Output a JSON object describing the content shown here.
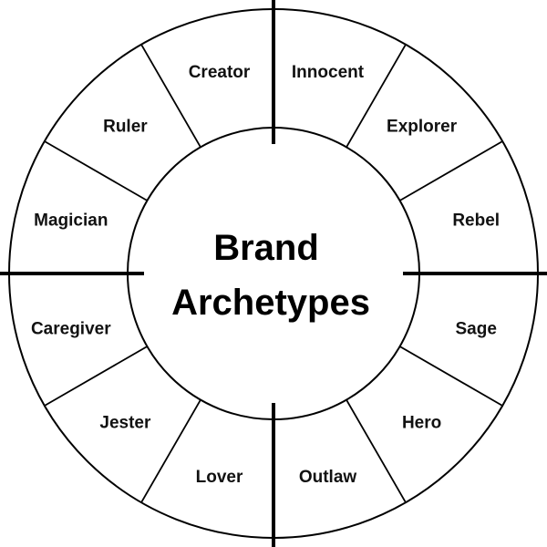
{
  "center": {
    "line1": "Brand",
    "line2": "Archetypes"
  },
  "segments": [
    "Innocent",
    "Explorer",
    "Rebel",
    "Sage",
    "Hero",
    "Outlaw",
    "Lover",
    "Jester",
    "Caregiver",
    "Magician",
    "Ruler",
    "Creator"
  ],
  "colors": {
    "line": "#000000",
    "text": "#111111",
    "background": "#ffffff"
  }
}
